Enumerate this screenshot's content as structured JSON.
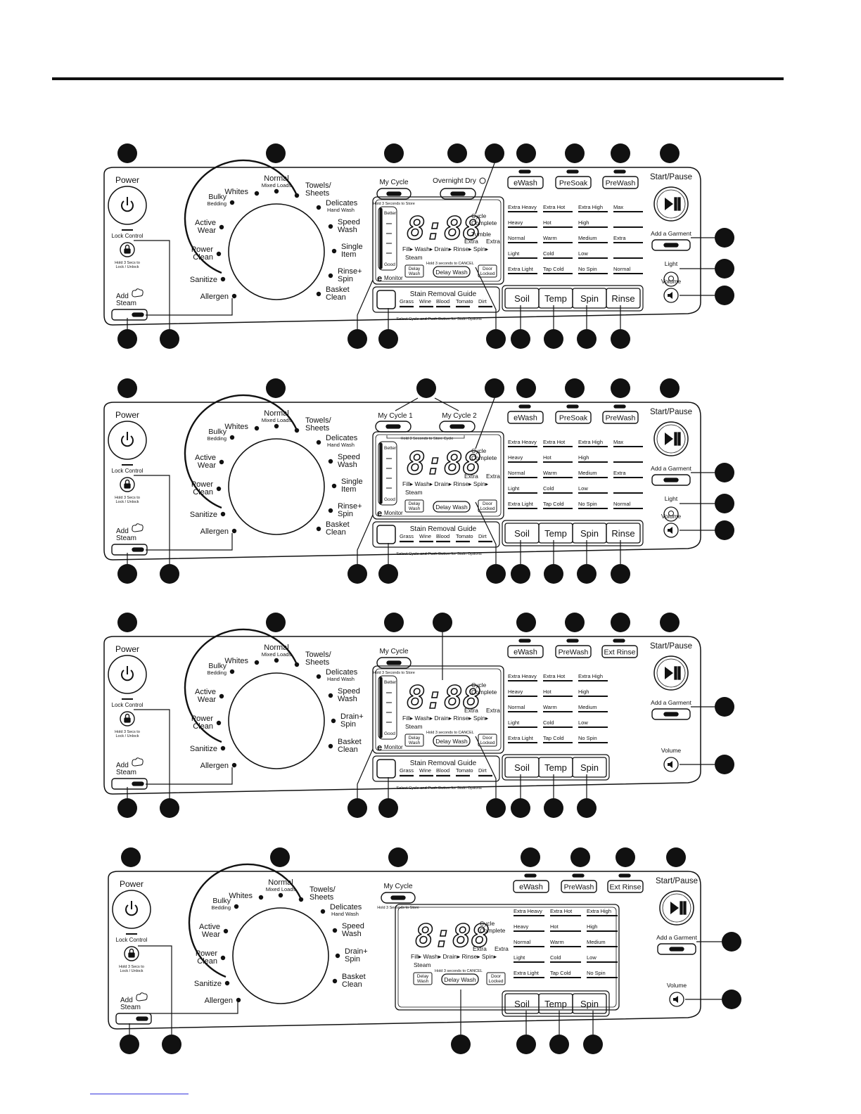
{
  "panels": [
    {
      "id": "panel-1",
      "power": "Power",
      "lock_control": "Lock Control",
      "lock_hint": [
        "Hold 3 Secs to",
        "Lock / Unlock"
      ],
      "add_steam": [
        "Add",
        "Steam"
      ],
      "cycles_left": [
        [
          "Bulky",
          "Bedding"
        ],
        [
          "Active",
          "Wear"
        ],
        [
          "Power",
          "Clean"
        ],
        [
          "Sanitize"
        ],
        [
          "Allergen"
        ]
      ],
      "cycles_top": [
        [
          "Whites"
        ],
        [
          "Normal",
          "Mixed Loads"
        ],
        [
          "Towels/",
          "Sheets"
        ]
      ],
      "cycles_right": [
        [
          "Delicates",
          "Hand Wash"
        ],
        [
          "Speed",
          "Wash"
        ],
        [
          "Single",
          "Item"
        ],
        [
          "Rinse+",
          "Spin"
        ],
        [
          "Basket",
          "Clean"
        ]
      ],
      "my_cycle": [
        "My Cycle"
      ],
      "my_cycle_hint": "Hold 3 Seconds to Store",
      "overnight_dry": "Overnight Dry",
      "option_buttons": [
        "eWash",
        "PreSoak",
        "PreWash"
      ],
      "start_pause": "Start/Pause",
      "add_garment": "Add a Garment",
      "light": "Light",
      "volume": "Volume",
      "display_digits": "8:88",
      "cycle_complete": [
        "Cycle",
        "Complete"
      ],
      "tumble": "Tumble",
      "extra_labels": [
        "Extra",
        "Extra"
      ],
      "progress": "Fill▸  Wash▸  Drain▸  Rinse▸  Spin▸",
      "steam": "Steam",
      "delay_cancel": "Hold 3 seconds to CANCEL",
      "delay_wash_small": [
        "Delay",
        "Wash"
      ],
      "delay_wash": "Delay Wash",
      "door_locked": [
        "Door",
        "Locked"
      ],
      "emonitor": [
        "Better",
        "Good",
        "Monitor"
      ],
      "stain_guide": "Stain Removal Guide",
      "stains": [
        "Grass",
        "Wine",
        "Blood",
        "Tomato",
        "Dirt"
      ],
      "stain_hint": "Select Cycle and Push Button for Stain Options",
      "settings_cols": [
        [
          "Extra Heavy",
          "Heavy",
          "Normal",
          "Light",
          "Extra Light"
        ],
        [
          "Extra Hot",
          "Hot",
          "Warm",
          "Cold",
          "Tap Cold"
        ],
        [
          "Extra High",
          "High",
          "Medium",
          "Low",
          "No Spin"
        ],
        [
          "Max",
          "",
          "Extra",
          "",
          "Normal"
        ]
      ],
      "setting_buttons": [
        "Soil",
        "Temp",
        "Spin",
        "Rinse"
      ]
    },
    {
      "id": "panel-2",
      "power": "Power",
      "lock_control": "Lock Control",
      "lock_hint": [
        "Hold 3 Secs to",
        "Lock / Unlock"
      ],
      "add_steam": [
        "Add",
        "Steam"
      ],
      "cycles_left": [
        [
          "Bulky",
          "Bedding"
        ],
        [
          "Active",
          "Wear"
        ],
        [
          "Power",
          "Clean"
        ],
        [
          "Sanitize"
        ],
        [
          "Allergen"
        ]
      ],
      "cycles_top": [
        [
          "Whites"
        ],
        [
          "Normal",
          "Mixed Loads"
        ],
        [
          "Towels/",
          "Sheets"
        ]
      ],
      "cycles_right": [
        [
          "Delicates",
          "Hand Wash"
        ],
        [
          "Speed",
          "Wash"
        ],
        [
          "Single",
          "Item"
        ],
        [
          "Rinse+",
          "Spin"
        ],
        [
          "Basket",
          "Clean"
        ]
      ],
      "my_cycle": [
        "My Cycle 1",
        "My Cycle 2"
      ],
      "my_cycle_hint": "Hold 3 Seconds to Store Cycle",
      "overnight_dry": "",
      "option_buttons": [
        "eWash",
        "PreSoak",
        "PreWash"
      ],
      "start_pause": "Start/Pause",
      "add_garment": "Add a Garment",
      "light": "Light",
      "volume": "Volume",
      "display_digits": "8:88",
      "cycle_complete": [
        "Cycle",
        "Complete"
      ],
      "tumble": "",
      "extra_labels": [
        "Extra",
        "Extra"
      ],
      "progress": "Fill▸  Wash▸  Drain▸  Rinse▸  Spin▸",
      "steam": "Steam",
      "delay_cancel": "",
      "delay_wash_small": [
        "Delay",
        "Wash"
      ],
      "delay_wash": "Delay Wash",
      "door_locked": [
        "Door",
        "Locked"
      ],
      "emonitor": [
        "Better",
        "Good",
        "Monitor"
      ],
      "stain_guide": "Stain Removal Guide",
      "stains": [
        "Grass",
        "Wine",
        "Blood",
        "Tomato",
        "Dirt"
      ],
      "stain_hint": "Select Cycle and Push Button for Stain Options",
      "settings_cols": [
        [
          "Extra Heavy",
          "Heavy",
          "Normal",
          "Light",
          "Extra Light"
        ],
        [
          "Extra Hot",
          "Hot",
          "Warm",
          "Cold",
          "Tap Cold"
        ],
        [
          "Extra High",
          "High",
          "Medium",
          "Low",
          "No Spin"
        ],
        [
          "Max",
          "",
          "Extra",
          "",
          "Normal"
        ]
      ],
      "setting_buttons": [
        "Soil",
        "Temp",
        "Spin",
        "Rinse"
      ]
    },
    {
      "id": "panel-3",
      "power": "Power",
      "lock_control": "Lock Control",
      "lock_hint": [
        "Hold 3 Secs to",
        "Lock / Unlock"
      ],
      "add_steam": [
        "Add",
        "Steam"
      ],
      "cycles_left": [
        [
          "Bulky",
          "Bedding"
        ],
        [
          "Active",
          "Wear"
        ],
        [
          "Power",
          "Clean"
        ],
        [
          "Sanitize"
        ],
        [
          "Allergen"
        ]
      ],
      "cycles_top": [
        [
          "Whites"
        ],
        [
          "Normal",
          "Mixed Loads"
        ],
        [
          "Towels/",
          "Sheets"
        ]
      ],
      "cycles_right": [
        [
          "Delicates",
          "Hand Wash"
        ],
        [
          "Speed",
          "Wash"
        ],
        [
          "Drain+",
          "Spin"
        ],
        [
          "Basket",
          "Clean"
        ]
      ],
      "my_cycle": [
        "My Cycle"
      ],
      "my_cycle_hint": "Hold 3 Seconds to Store",
      "overnight_dry": "",
      "option_buttons": [
        "eWash",
        "PreWash",
        "Ext Rinse"
      ],
      "start_pause": "Start/Pause",
      "add_garment": "Add a Garment",
      "light": "",
      "volume": "Volume",
      "display_digits": "8:88",
      "cycle_complete": [
        "Cycle",
        "Complete"
      ],
      "tumble": "",
      "extra_labels": [
        "Extra",
        "Extra"
      ],
      "progress": "Fill▸  Wash▸  Drain▸  Rinse▸  Spin▸",
      "steam": "Steam",
      "delay_cancel": "Hold 3 seconds to CANCEL",
      "delay_wash_small": [
        "Delay",
        "Wash"
      ],
      "delay_wash": "Delay Wash",
      "door_locked": [
        "Door",
        "Locked"
      ],
      "emonitor": [
        "Better",
        "Good",
        "Monitor"
      ],
      "stain_guide": "Stain Removal Guide",
      "stains": [
        "Grass",
        "Wine",
        "Blood",
        "Tomato",
        "Dirt"
      ],
      "stain_hint": "Select Cycle and Push Button for Stain Options",
      "settings_cols": [
        [
          "Extra Heavy",
          "Heavy",
          "Normal",
          "Light",
          "Extra Light"
        ],
        [
          "Extra Hot",
          "Hot",
          "Warm",
          "Cold",
          "Tap Cold"
        ],
        [
          "Extra High",
          "High",
          "Medium",
          "Low",
          "No Spin"
        ]
      ],
      "setting_buttons": [
        "Soil",
        "Temp",
        "Spin"
      ]
    },
    {
      "id": "panel-4",
      "power": "Power",
      "lock_control": "Lock Control",
      "lock_hint": [
        "Hold 3 Secs to",
        "Lock / Unlock"
      ],
      "add_steam": [
        "Add",
        "Steam"
      ],
      "cycles_left": [
        [
          "Bulky",
          "Bedding"
        ],
        [
          "Active",
          "Wear"
        ],
        [
          "Power",
          "Clean"
        ],
        [
          "Sanitize"
        ],
        [
          "Allergen"
        ]
      ],
      "cycles_top": [
        [
          "Whites"
        ],
        [
          "Normal",
          "Mixed Loads"
        ],
        [
          "Towels/",
          "Sheets"
        ]
      ],
      "cycles_right": [
        [
          "Delicates",
          "Hand Wash"
        ],
        [
          "Speed",
          "Wash"
        ],
        [
          "Drain+",
          "Spin"
        ],
        [
          "Basket",
          "Clean"
        ]
      ],
      "my_cycle": [
        "My Cycle"
      ],
      "my_cycle_hint": "Hold 3 Seconds to Store",
      "overnight_dry": "",
      "option_buttons": [
        "eWash",
        "PreWash",
        "Ext Rinse"
      ],
      "start_pause": "Start/Pause",
      "add_garment": "Add a Garment",
      "light": "",
      "volume": "Volume",
      "display_digits": "8:88",
      "cycle_complete": [
        "Cycle",
        "Complete"
      ],
      "tumble": "",
      "extra_labels": [
        "Extra",
        "Extra"
      ],
      "progress": "Fill▸  Wash▸  Drain▸  Rinse▸  Spin▸",
      "steam": "Steam",
      "delay_cancel": "Hold 3 seconds to CANCEL",
      "delay_wash_small": [
        "Delay",
        "Wash"
      ],
      "delay_wash": "Delay Wash",
      "door_locked": [
        "Door",
        "Locked"
      ],
      "emonitor": [],
      "stain_guide": "",
      "stains": [],
      "stain_hint": "",
      "settings_cols": [
        [
          "Extra Heavy",
          "Heavy",
          "Normal",
          "Light",
          "Extra Light"
        ],
        [
          "Extra Hot",
          "Hot",
          "Warm",
          "Cold",
          "Tap Cold"
        ],
        [
          "Extra High",
          "High",
          "Medium",
          "Low",
          "No Spin"
        ]
      ],
      "setting_buttons": [
        "Soil",
        "Temp",
        "Spin"
      ]
    }
  ],
  "colors": {
    "ink": "#111111",
    "panel_fill": "#ffffff",
    "callout": "#111111",
    "link": "#3333dd"
  }
}
